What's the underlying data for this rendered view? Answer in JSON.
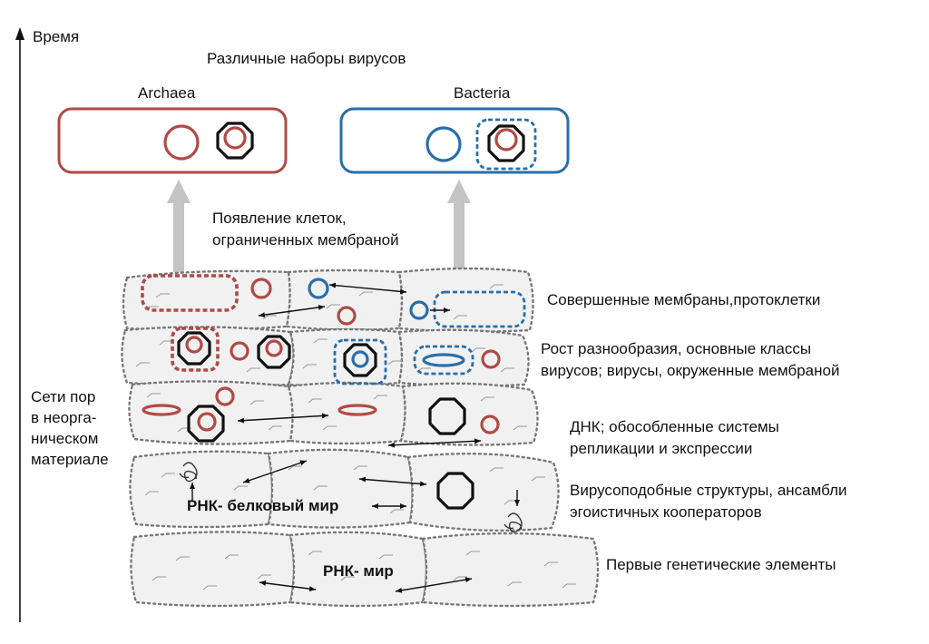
{
  "axis": {
    "label": "Время"
  },
  "top": {
    "title": "Различные наборы вирусов",
    "domains": [
      {
        "name": "Archaea",
        "color": "#b04a44"
      },
      {
        "name": "Bacteria",
        "color": "#2a6ea8"
      }
    ],
    "transition": [
      "Появление клеток,",
      "ограниченных мембраной"
    ]
  },
  "side_label": [
    "Сети пор",
    "в неорга-",
    "ническом",
    "материале"
  ],
  "stages": [
    {
      "lines": [
        "Совершенные мембраны,протоклетки"
      ]
    },
    {
      "lines": [
        "Рост разнообразия, основные классы",
        "вирусов; вирусы, окруженные мембраной"
      ]
    },
    {
      "lines": [
        "ДНК; обособленные системы",
        "репликации и экспрессии"
      ]
    },
    {
      "lines": [
        "Вирусоподобные структуры, ансамбли",
        "эгоистичных кооператоров"
      ]
    },
    {
      "lines": [
        "Первые генетические элементы"
      ]
    }
  ],
  "worlds": {
    "rna_protein": "РНК- белковый мир",
    "rna": "РНК- мир"
  },
  "colors": {
    "archaea": "#b04a44",
    "bacteria": "#2a6ea8",
    "grey_arrow": "#c4c4c4",
    "cell_fill": "#f1f1f1"
  }
}
